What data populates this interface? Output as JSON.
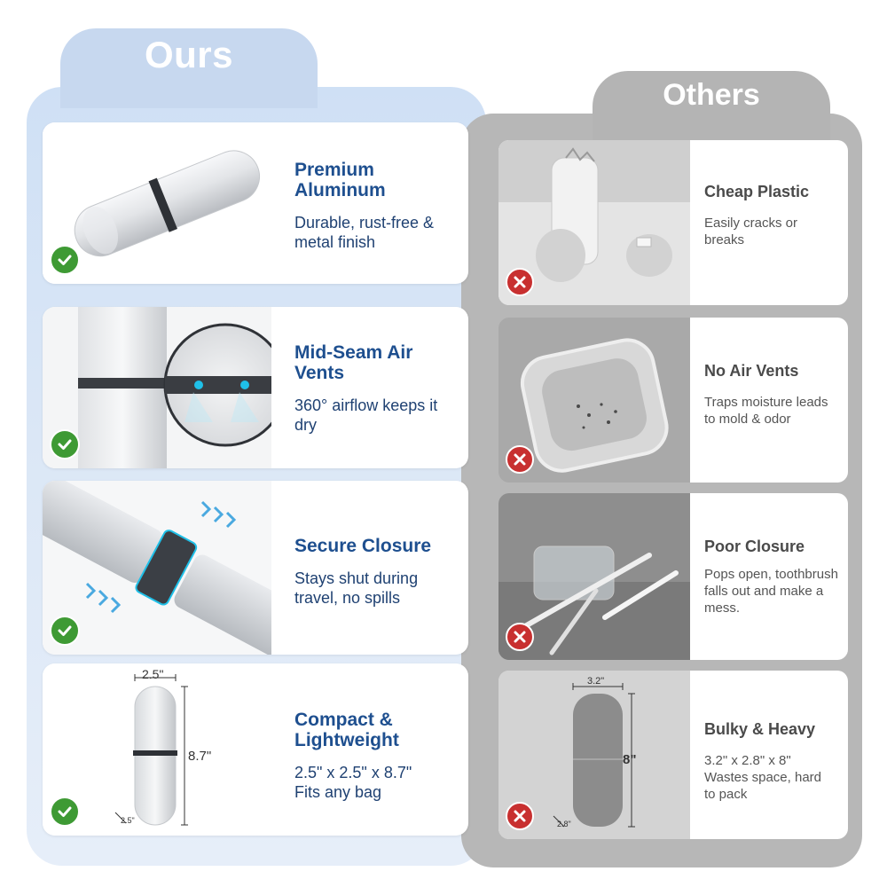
{
  "ours": {
    "title": "Ours",
    "cards": [
      {
        "heading": "Premium Aluminum",
        "description": "Durable, rust-free & metal finish",
        "badge": "check-icon"
      },
      {
        "heading": "Mid-Seam Air Vents",
        "description": "360° airflow keeps it dry",
        "badge": "check-icon"
      },
      {
        "heading": "Secure Closure",
        "description": "Stays shut during travel, no spills",
        "badge": "check-icon"
      },
      {
        "heading": "Compact & Lightweight",
        "description": "2.5\" x 2.5\" x 8.7\" Fits any bag",
        "badge": "check-icon",
        "dims": {
          "width": "2.5\"",
          "height": "8.7\"",
          "depth": "2.5\""
        }
      }
    ]
  },
  "others": {
    "title": "Others",
    "cards": [
      {
        "heading": "Cheap Plastic",
        "description": "Easily cracks or breaks",
        "badge": "x-icon"
      },
      {
        "heading": "No Air Vents",
        "description": "Traps moisture leads to mold & odor",
        "badge": "x-icon"
      },
      {
        "heading": "Poor Closure",
        "description": "Pops open, toothbrush falls out and make a mess.",
        "badge": "x-icon"
      },
      {
        "heading": "Bulky & Heavy",
        "description": "3.2\" x 2.8\" x 8\" Wastes space, hard to pack",
        "badge": "x-icon",
        "dims": {
          "width": "3.2\"",
          "height": "8\"",
          "depth": "2.8\""
        }
      }
    ]
  },
  "colors": {
    "ours_panel": "#cfe0f5",
    "others_panel": "#b7b7b7",
    "ours_heading": "#1e4f8f",
    "check_green": "#3e9a34",
    "x_red": "#c83030",
    "cyan_accent": "#1fc0e8"
  }
}
